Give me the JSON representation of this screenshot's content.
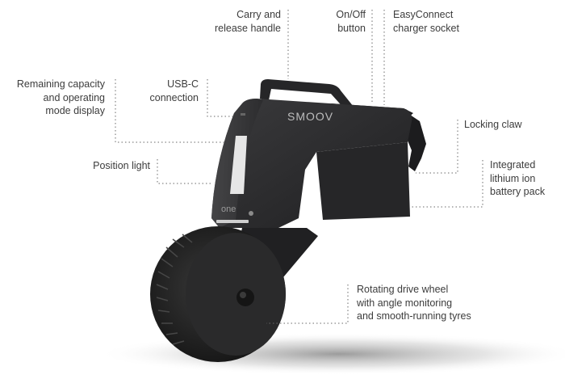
{
  "product": {
    "brand_logo": "SMOOV",
    "model_mark": "one"
  },
  "callouts": [
    {
      "id": "carry-handle",
      "lines": [
        "Carry and",
        "release handle"
      ]
    },
    {
      "id": "on-off-button",
      "lines": [
        "On/Off",
        "button"
      ]
    },
    {
      "id": "charger-socket",
      "lines": [
        "EasyConnect",
        "charger socket"
      ]
    },
    {
      "id": "capacity-display",
      "lines": [
        "Remaining capacity",
        "and operating",
        "mode display"
      ]
    },
    {
      "id": "usb-c",
      "lines": [
        "USB-C",
        "connection"
      ]
    },
    {
      "id": "locking-claw",
      "lines": [
        "Locking claw"
      ]
    },
    {
      "id": "position-light",
      "lines": [
        "Position light"
      ]
    },
    {
      "id": "battery-pack",
      "lines": [
        "Integrated",
        "lithium ion",
        "battery pack"
      ]
    },
    {
      "id": "drive-wheel",
      "lines": [
        "Rotating drive wheel",
        "with angle monitoring",
        "and smooth-running tyres"
      ]
    }
  ],
  "colors": {
    "device_body": "#2b2b2d",
    "text": "#3c3c3c",
    "leader_line": "#6a6a6a",
    "background": "#ffffff"
  }
}
